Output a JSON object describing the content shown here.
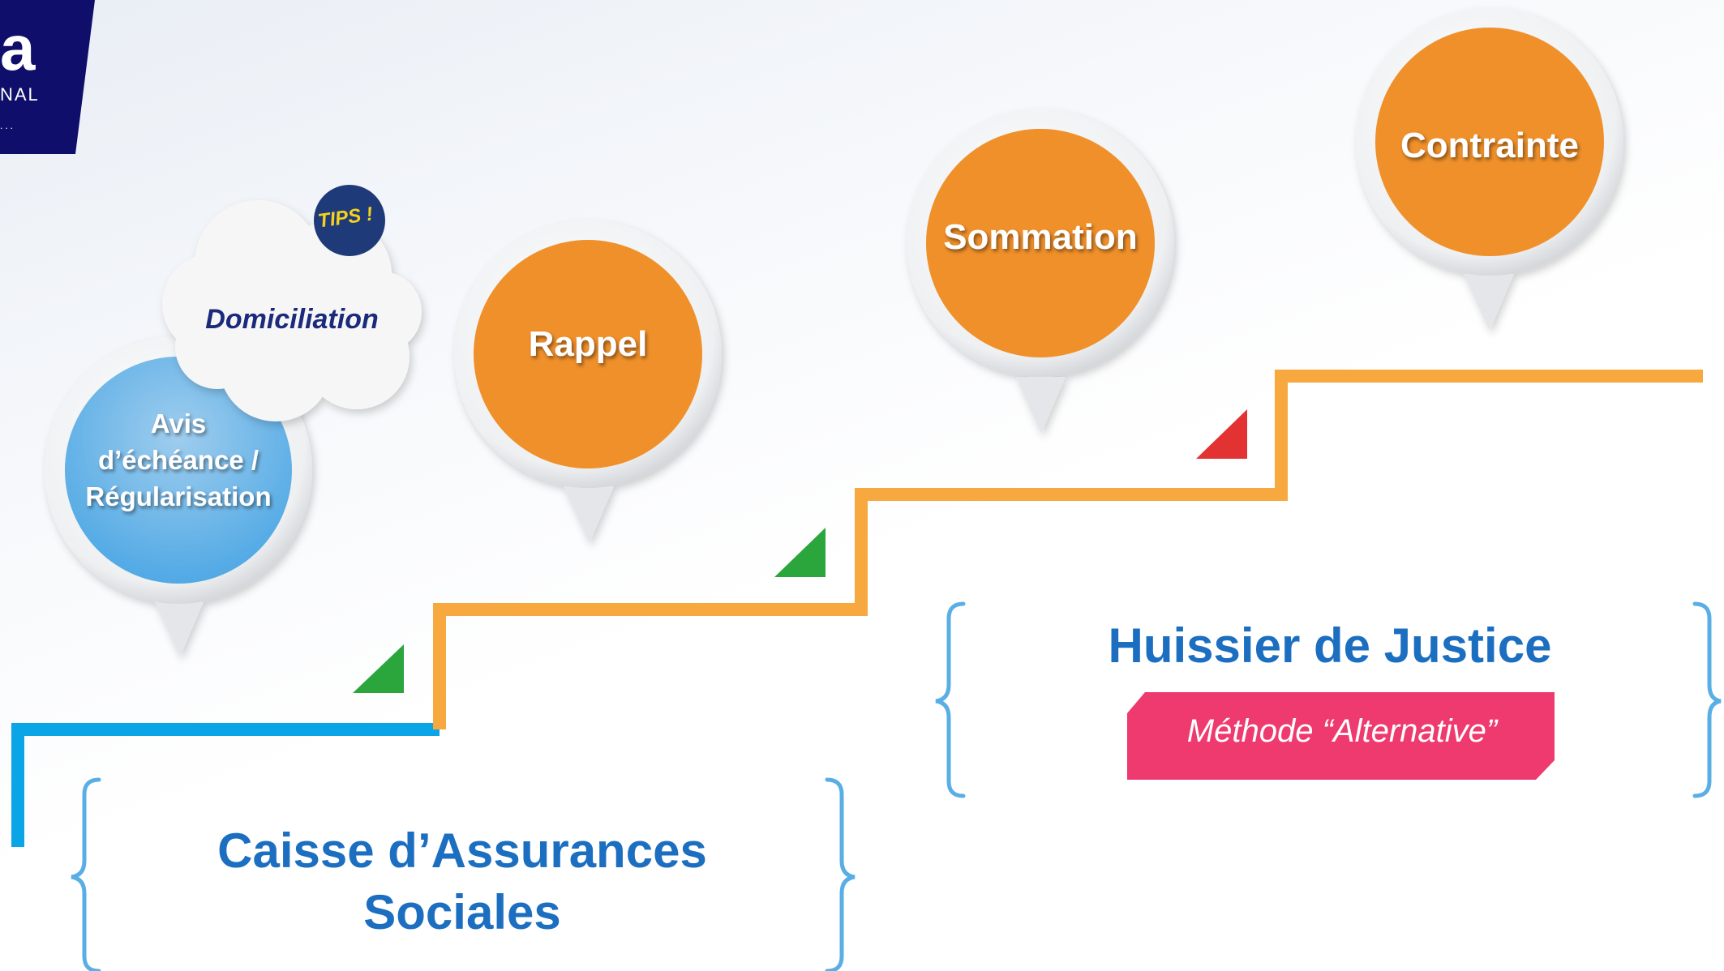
{
  "logo": {
    "mark": "a",
    "subtitle": "NAL",
    "small": "...",
    "bg_color": "#0f0f6b"
  },
  "stages": [
    {
      "label_lines": [
        "Avis",
        "d’échéance /",
        "Régularisation"
      ],
      "color": "#5aaee6"
    },
    {
      "label_lines": [
        "Rappel"
      ],
      "color": "#f0902a"
    },
    {
      "label_lines": [
        "Sommation"
      ],
      "color": "#f0902a"
    },
    {
      "label_lines": [
        "Contrainte"
      ],
      "color": "#f0902a"
    }
  ],
  "callout": {
    "label": "Domiciliation",
    "badge": "TIPS !"
  },
  "groups": {
    "caisse": {
      "title_lines": [
        "Caisse d’Assurances",
        "Sociales"
      ]
    },
    "huissier": {
      "title": "Huissier de Justice",
      "method": "Méthode “Alternative”",
      "method_color": "#ee3a6e"
    }
  },
  "colors": {
    "step_first": "#0aa5e6",
    "step_rest": "#f7a940",
    "arrow_green": "#2aa63c",
    "arrow_red": "#e23332",
    "title_blue": "#1c6fc0",
    "brace_blue": "#5aaee6"
  }
}
